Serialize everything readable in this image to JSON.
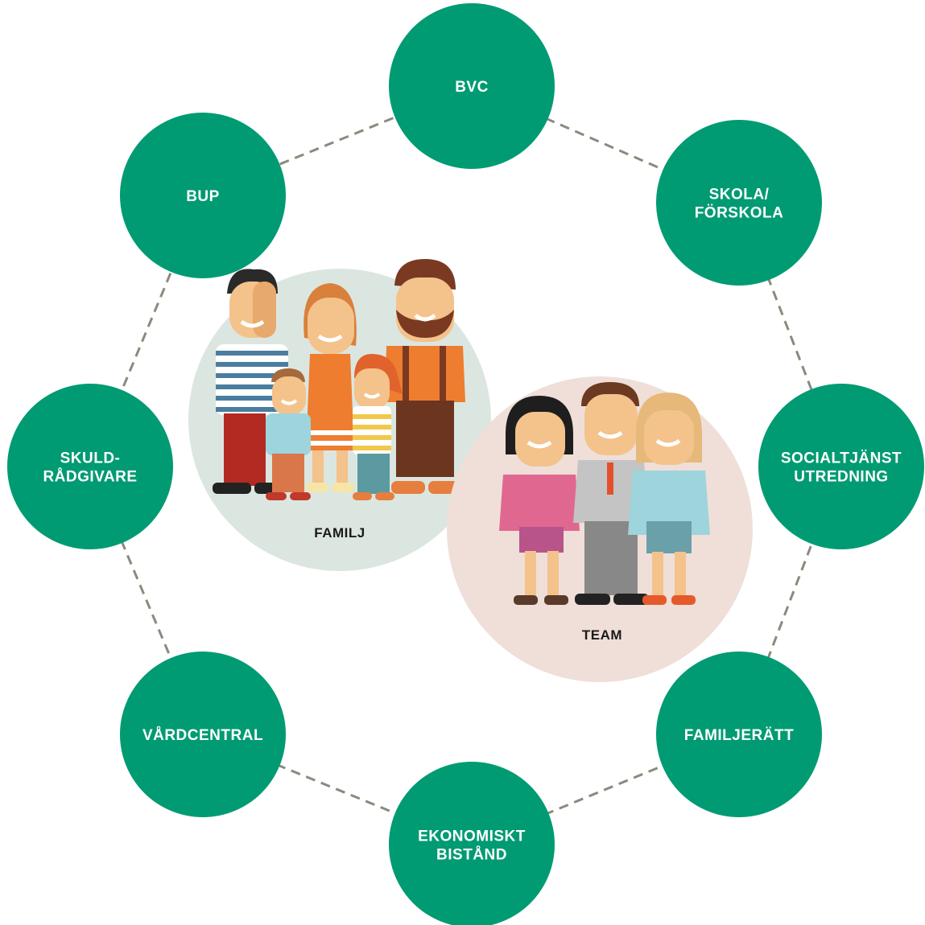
{
  "colors": {
    "node_fill": "#009B72",
    "node_text": "#ffffff",
    "ring_dash": "#8a8a7e",
    "family_bg": "#dce6e0",
    "team_bg": "#efdfd8",
    "group_text": "#1a1a1a"
  },
  "groups": {
    "family": {
      "label": "FAMILJ",
      "icon": "family-illustration"
    },
    "team": {
      "label": "TEAM",
      "icon": "team-illustration"
    }
  },
  "nodes": [
    {
      "id": "bvc",
      "lines": [
        "BVC"
      ]
    },
    {
      "id": "skola",
      "lines": [
        "SKOLA/",
        "FÖRSKOLA"
      ]
    },
    {
      "id": "socialtjanst",
      "lines": [
        "SOCIALTJÄNST",
        "UTREDNING"
      ]
    },
    {
      "id": "familjeratt",
      "lines": [
        "FAMILJERÄTT"
      ]
    },
    {
      "id": "ekonomiskt",
      "lines": [
        "EKONOMISKT",
        "BISTÅND"
      ]
    },
    {
      "id": "vardcentral",
      "lines": [
        "VÅRDCENTRAL"
      ]
    },
    {
      "id": "skuld",
      "lines": [
        "SKULD-",
        "RÅDGIVARE"
      ]
    },
    {
      "id": "bup",
      "lines": [
        "BUP"
      ]
    }
  ]
}
